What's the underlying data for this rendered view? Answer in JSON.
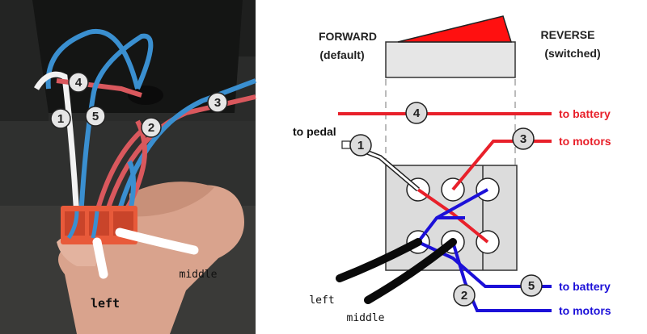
{
  "photo": {
    "wire_numbers": [
      "4",
      "1",
      "5",
      "2",
      "3"
    ],
    "left_label": "left",
    "middle_label": "middle"
  },
  "switch": {
    "forward_label": "FORWARD",
    "forward_sub": "(default)",
    "reverse_label": "REVERSE",
    "reverse_sub": "(switched)",
    "rocker_color": "#ff1010"
  },
  "wires": {
    "w4": {
      "number": "4",
      "target": "to battery",
      "color": "#e8202a"
    },
    "w3": {
      "number": "3",
      "target": "to motors",
      "color": "#e8202a"
    },
    "w1": {
      "number": "1",
      "target": "to pedal",
      "color": "#ffffff"
    },
    "w5": {
      "number": "5",
      "target": "to battery",
      "color": "#1c10d8"
    },
    "w2": {
      "number": "2",
      "target": "to motors",
      "color": "#1c10d8"
    },
    "left_label": "left",
    "middle_label": "middle"
  }
}
